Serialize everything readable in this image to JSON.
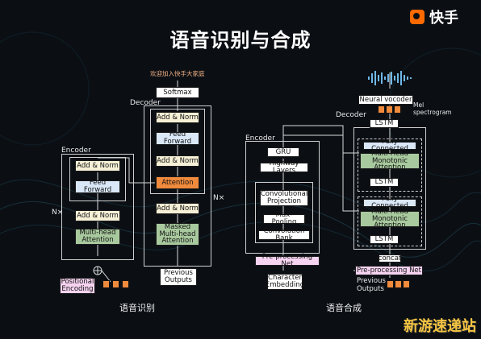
{
  "title": "语音识别与合成",
  "logo": {
    "text": "快手"
  },
  "watermark": "新游速递站",
  "left": {
    "top_label": "欢迎加入快手大家庭",
    "softmax": "Softmax",
    "decoder_label": "Decoder",
    "encoder_label": "Encoder",
    "nx_left": "N×",
    "nx_right": "N×",
    "enc_add_norm_top": "Add & Norm",
    "enc_feed_forward": "Feed Forward",
    "enc_add_norm_bottom": "Add & Norm",
    "enc_mha": "Multi-head Attention",
    "dec_add_norm_1": "Add & Norm",
    "dec_feed_forward": "Feed Forward",
    "dec_add_norm_2": "Add & Norm",
    "dec_attention": "Attention",
    "dec_add_norm_3": "Add & Norm",
    "dec_masked_mha": "Masked Multi-head Attention",
    "positional_encoding": "Positional Encoding",
    "previous_outputs": "Previous Outputs",
    "caption": "语音识别"
  },
  "right": {
    "encoder_label": "Encoder",
    "decoder_label": "Decoder",
    "gru": "GRU",
    "highway": "Highway Layers",
    "conv_proj": "Convolutional Projection",
    "max_pooling": "Max-Pooling",
    "conv_bank": "Convolution Bank",
    "pre_net": "Pre-processing Net",
    "char_embedding": "Character Embedding",
    "neural_vocoder": "Neural vocoder",
    "mel_spectrogram": "Mel spectrogram",
    "lstm_top": "LSTM",
    "fc_top": "Fully Connected",
    "mh_mono_top": "Multi-Head Monotonic Attention",
    "lstm_mid": "LSTM",
    "fc_bottom": "Fully Connected",
    "mh_mono_bottom": "Multi-Head Monotonic Attention",
    "lstm_bottom": "LSTM",
    "concat": "concat",
    "pre_net_dec": "Pre-processing Net",
    "previous_outputs": "Previous Outputs",
    "caption": "语音合成"
  }
}
